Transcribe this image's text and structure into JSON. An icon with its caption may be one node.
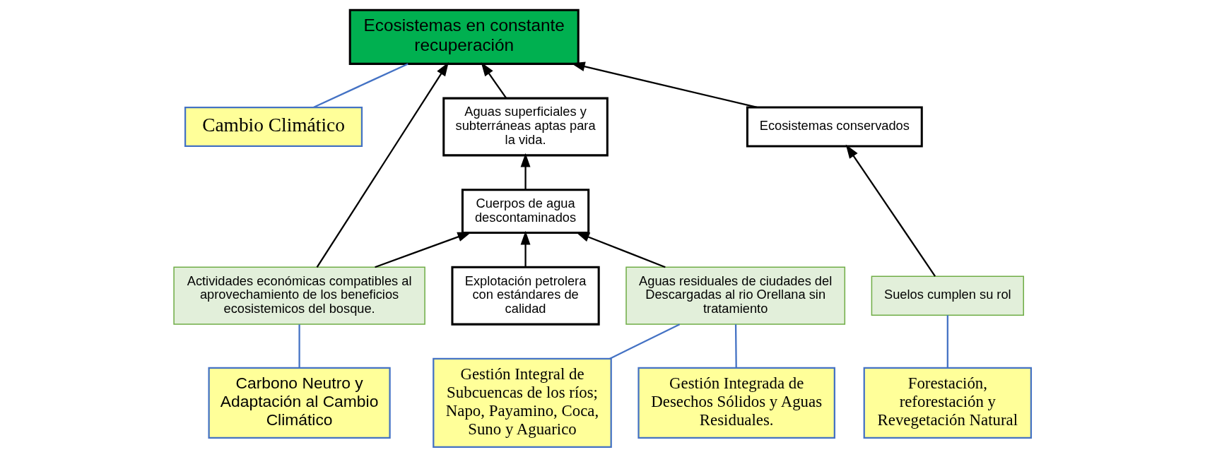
{
  "diagram": {
    "nodes": [
      {
        "text": [
          "Ecosistemas en constante recuperación"
        ]
      },
      {
        "text": [
          "Cambio Climático"
        ]
      },
      {
        "text": [
          "Aguas superficiales y subterráneas aptas para la vida."
        ]
      },
      {
        "text": [
          "Ecosistemas conservados"
        ]
      },
      {
        "text": [
          "Cuerpos de agua descontaminados"
        ]
      },
      {
        "text": [
          "Suelos cumplen su rol"
        ]
      },
      {
        "text": [
          "Actividades económicas compatibles al aprovechamiento de los beneficios ecosistemicos del bosque."
        ]
      },
      {
        "text": [
          "Explotación petrolera con estándares de calidad"
        ]
      },
      {
        "text": [
          "Aguas residuales de ciudades del Descargadas al rio Orellana sin tratamiento"
        ]
      },
      {
        "text": [
          "Forestación, reforestación y Revegetación Natural"
        ]
      },
      {
        "text": [
          "Carbono Neutro y Adaptación al Cambio Climático"
        ]
      },
      {
        "text": [
          "Gestión Integral de Subcuencas de los ríos; Napo, Payamino, Coca, Suno y Aguarico"
        ]
      },
      {
        "text": [
          "Gestión Integrada de Desechos Sólidos y Aguas Residuales."
        ]
      }
    ],
    "edges": [
      {
        "from": 3,
        "to": 0,
        "arrow": "to"
      },
      {
        "from": 2,
        "to": 0,
        "arrow": "to"
      },
      {
        "from": 6,
        "to": 0,
        "arrow": "to"
      },
      {
        "from": 1,
        "to": 0,
        "arrow": "none",
        "color": "#4472c4"
      },
      {
        "from": 4,
        "to": 2,
        "arrow": "to"
      },
      {
        "from": 5,
        "to": 3,
        "arrow": "to"
      },
      {
        "from": 6,
        "to": 4,
        "arrow": "to"
      },
      {
        "from": 7,
        "to": 4,
        "arrow": "to"
      },
      {
        "from": 8,
        "to": 4,
        "arrow": "to"
      },
      {
        "from": 9,
        "to": 5,
        "arrow": "none",
        "color": "#4472c4"
      },
      {
        "from": 10,
        "to": 6,
        "arrow": "none",
        "color": "#4472c4"
      },
      {
        "from": 11,
        "to": 8,
        "arrow": "none",
        "color": "#4472c4"
      },
      {
        "from": 12,
        "to": 8,
        "arrow": "none",
        "color": "#4472c4"
      }
    ]
  }
}
